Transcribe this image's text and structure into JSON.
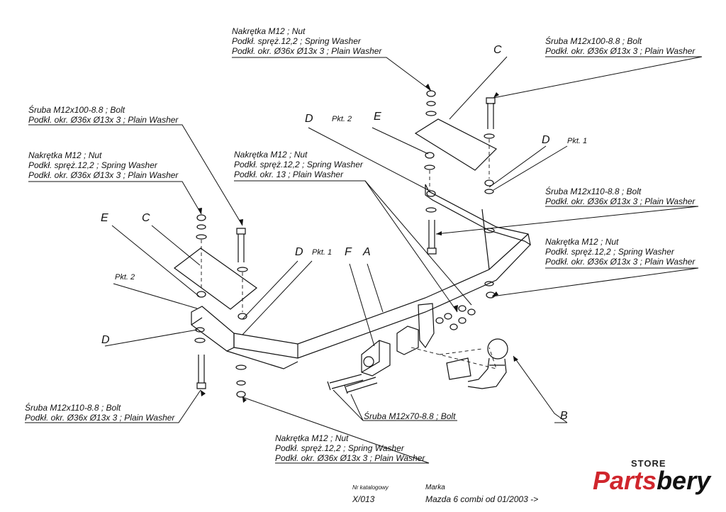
{
  "labels": {
    "top_nut_c": [
      "Nakrętka  M12 ; Nut",
      "Podkł. spręż.12,2 ; Spring Washer",
      "Podkł. okr.  Ø36x Ø13x 3 ; Plain Washer"
    ],
    "top_right_bolt": [
      "Śruba M12x100-8.8 ;  Bolt",
      "Podkł. okr.  Ø36x Ø13x 3 ; Plain Washer"
    ],
    "left_bolt": [
      "Śruba M12x100-8.8 ;  Bolt",
      "Podkł. okr.  Ø36x Ø13x 3 ; Plain Washer"
    ],
    "left_nut": [
      "Nakrętka  M12 ; Nut",
      "Podkł. spręż.12,2 ; Spring Washer",
      "Podkł. okr.  Ø36x Ø13x 3 ; Plain Washer"
    ],
    "center_nut": [
      "Nakrętka  M12 ; Nut",
      "Podkł. spręż.12,2 ; Spring Washer",
      "Podkł. okr. 13 ; Plain Washer"
    ],
    "right_bolt_110": [
      "Śruba M12x110-8.8 ;  Bolt",
      "Podkł. okr.  Ø36x Ø13x 3 ; Plain Washer"
    ],
    "right_nut": [
      "Nakrętka  M12 ; Nut",
      "Podkł. spręż.12,2 ; Spring Washer",
      "Podkł. okr.  Ø36x Ø13x 3 ; Plain Washer"
    ],
    "bottom_left_bolt": [
      "Śruba M12x110-8.8 ;  Bolt",
      "Podkł. okr.  Ø36x Ø13x 3 ; Plain Washer"
    ],
    "bottom_nut": [
      "Nakrętka  M12 ; Nut",
      "Podkł. spręż.12,2 ; Spring Washer",
      "Podkł. okr.  Ø36x Ø13x 3 ; Plain Washer"
    ],
    "bottom_bolt_70": "Śruba M12x70-8.8 ;  Bolt"
  },
  "letters": {
    "c_top": "C",
    "e_top": "E",
    "d_top": "D",
    "pkt2_top": "Pkt. 2",
    "d_right": "D",
    "pkt1_right": "Pkt. 1",
    "e_left": "E",
    "c_left": "C",
    "pkt2_left": "Pkt. 2",
    "d_left": "D",
    "d_center": "D",
    "pkt1_center": "Pkt. 1",
    "f": "F",
    "a": "A",
    "b": "B"
  },
  "footer": {
    "catalog_caption": "Nr katalogowy",
    "catalog_number": "X/013",
    "make_caption": "Marka",
    "make_value": "Mazda  6   combi  od 01/2003 ->"
  },
  "logo": {
    "store": "STORE",
    "part1": "Parts",
    "part2": "bery",
    "brand_color": "#d0262d"
  }
}
